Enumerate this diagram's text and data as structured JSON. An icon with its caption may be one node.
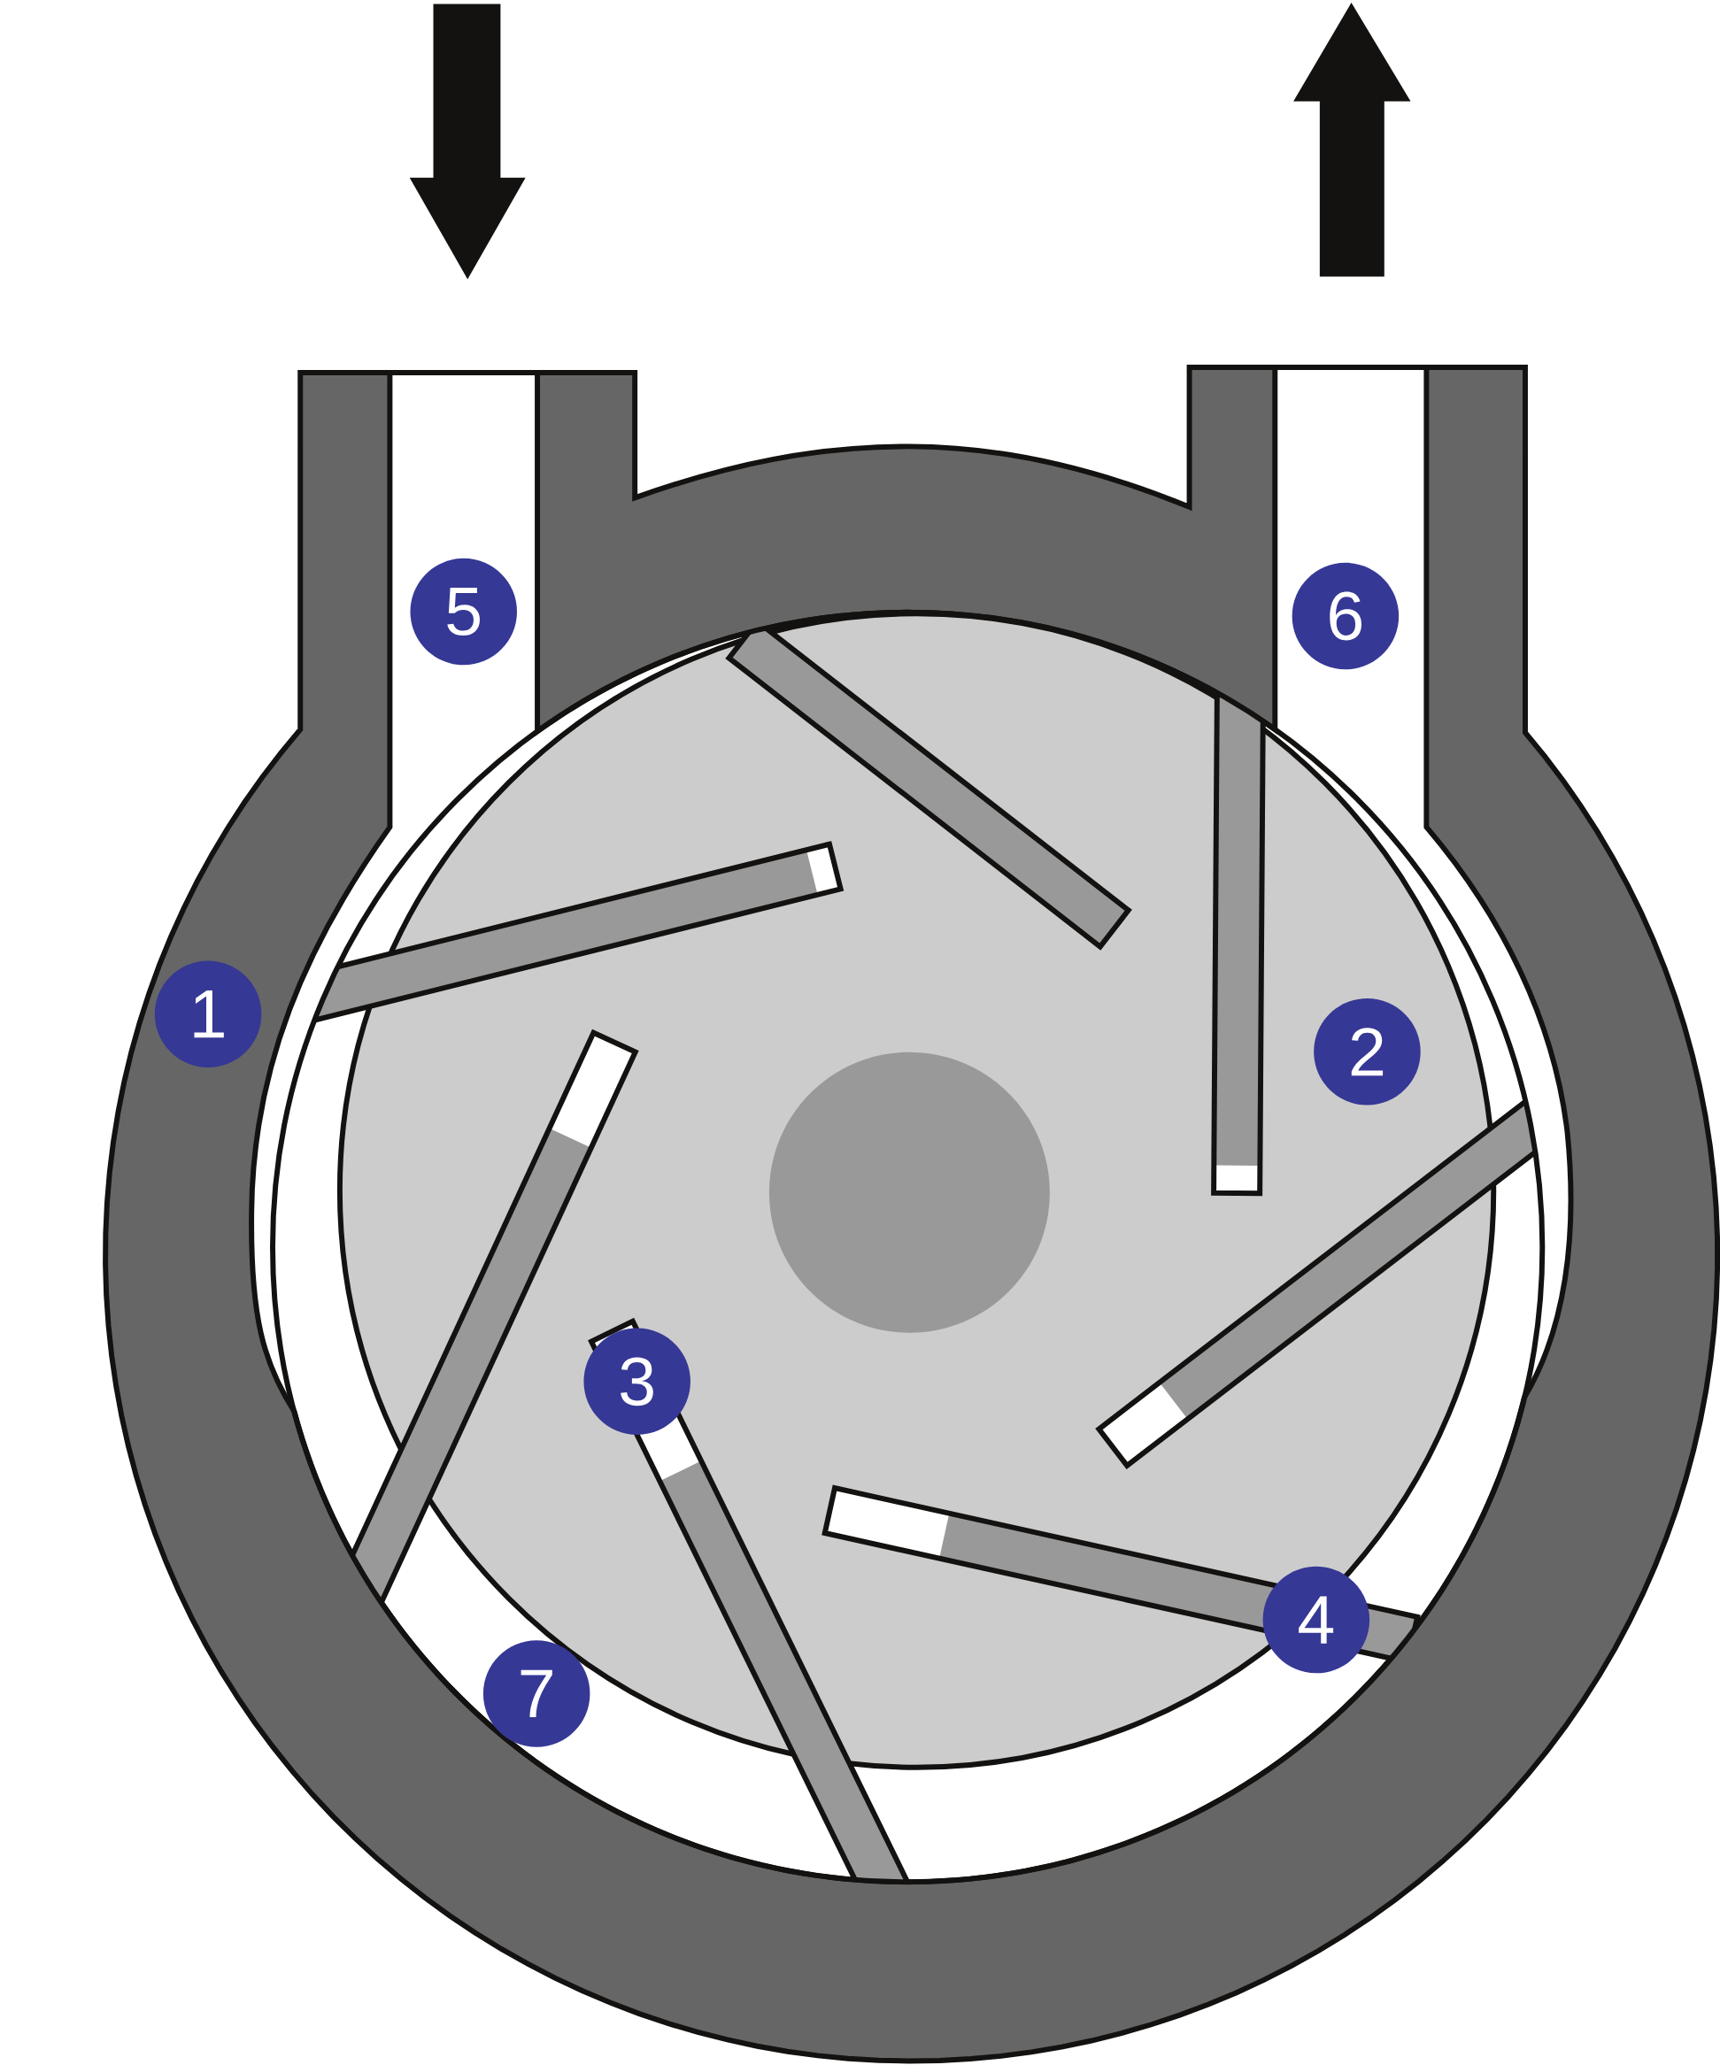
{
  "diagram": {
    "nodes": [
      {
        "text": [
          "5"
        ]
      },
      {
        "text": [
          "6"
        ]
      },
      {
        "text": [
          "1"
        ]
      },
      {
        "text": [
          "2"
        ]
      },
      {
        "text": [
          "3"
        ]
      },
      {
        "text": [
          "4"
        ]
      },
      {
        "text": [
          "7"
        ]
      }
    ]
  }
}
